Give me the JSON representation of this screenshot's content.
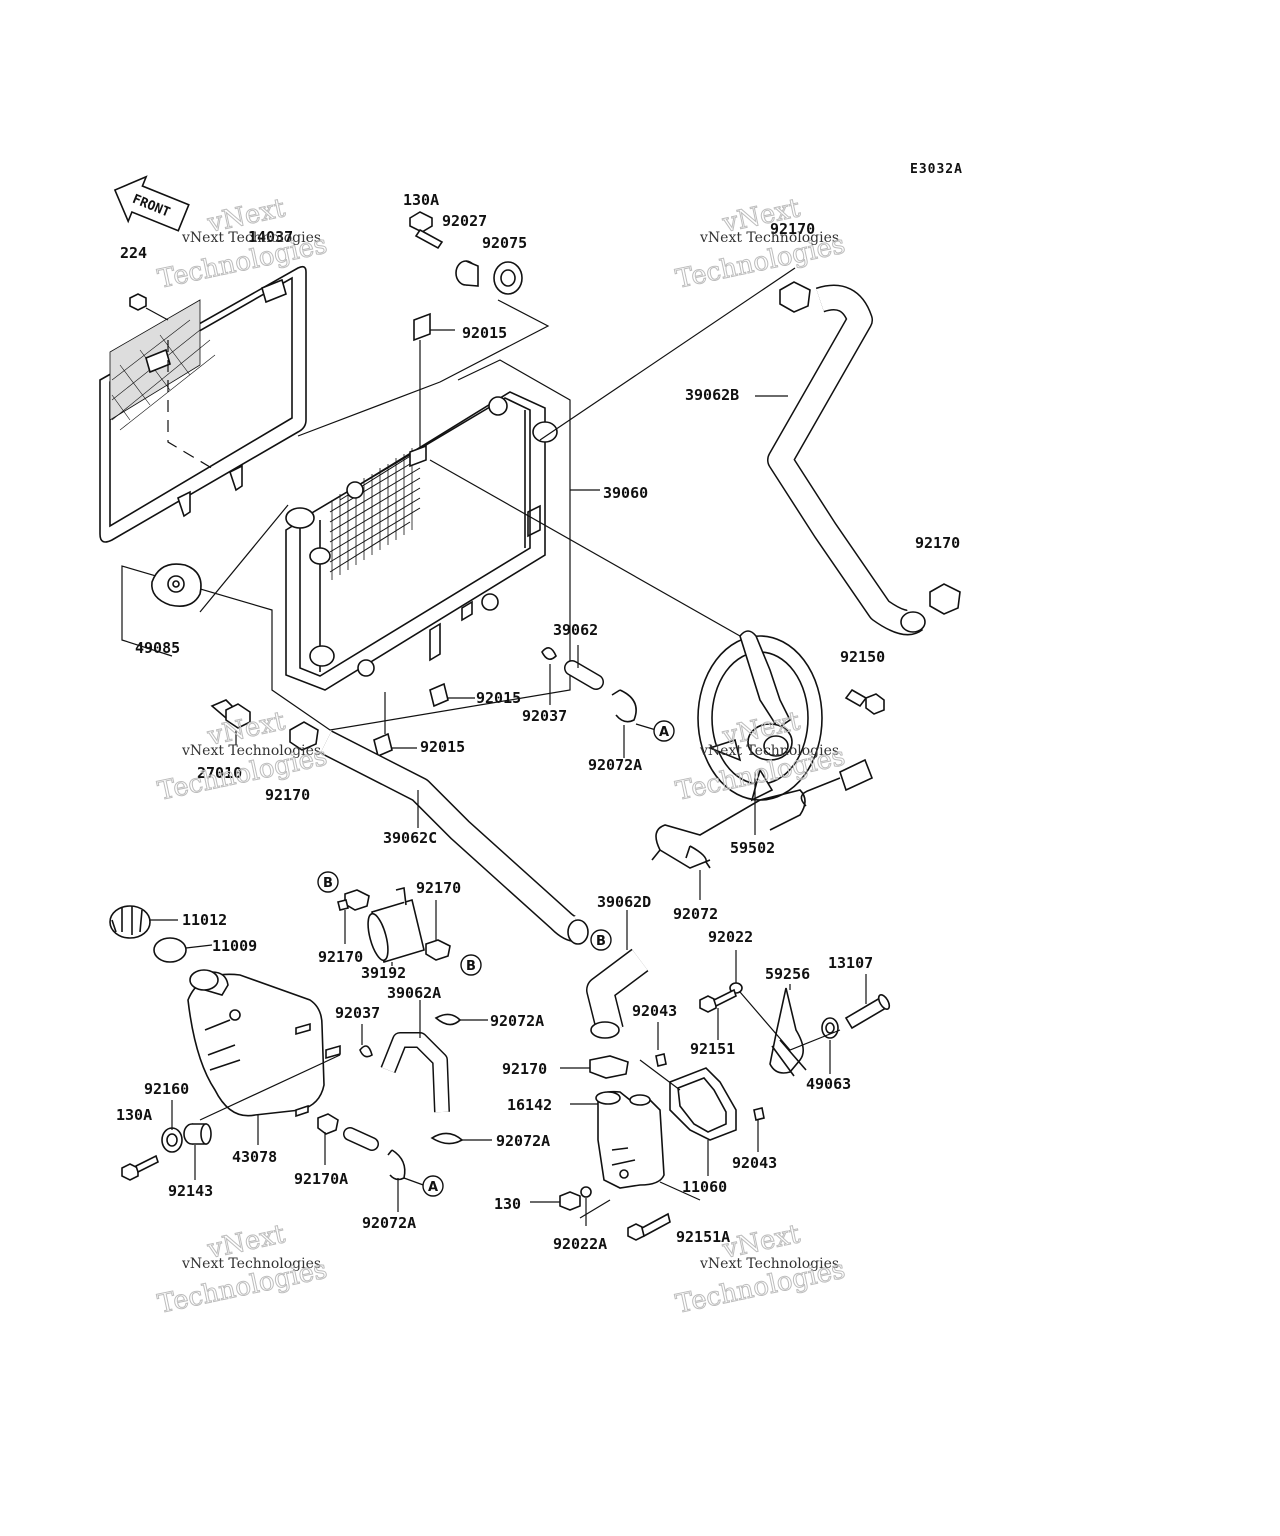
{
  "diagram_code": "E3032A",
  "front_label": "FRONT",
  "watermark": {
    "line1": "vNext Technologies",
    "line2": "Technologies",
    "top": "vNext"
  },
  "parts": [
    {
      "key": "p224",
      "label": "224"
    },
    {
      "key": "p14037",
      "label": "14037"
    },
    {
      "key": "p130A_top",
      "label": "130A"
    },
    {
      "key": "p92027",
      "label": "92027"
    },
    {
      "key": "p92075",
      "label": "92075"
    },
    {
      "key": "p92015_a",
      "label": "92015"
    },
    {
      "key": "p92170_a",
      "label": "92170"
    },
    {
      "key": "p39062B",
      "label": "39062B"
    },
    {
      "key": "p39060",
      "label": "39060"
    },
    {
      "key": "p92170_b",
      "label": "92170"
    },
    {
      "key": "p49085",
      "label": "49085"
    },
    {
      "key": "p39062",
      "label": "39062"
    },
    {
      "key": "p92150",
      "label": "92150"
    },
    {
      "key": "p92015_b",
      "label": "92015"
    },
    {
      "key": "p92037_a",
      "label": "92037"
    },
    {
      "key": "p92015_c",
      "label": "92015"
    },
    {
      "key": "p27010",
      "label": "27010"
    },
    {
      "key": "p92072A_a",
      "label": "92072A"
    },
    {
      "key": "p92170_c",
      "label": "92170"
    },
    {
      "key": "p39062C",
      "label": "39062C"
    },
    {
      "key": "p59502",
      "label": "59502"
    },
    {
      "key": "p92170_d",
      "label": "92170"
    },
    {
      "key": "p39062D",
      "label": "39062D"
    },
    {
      "key": "p92072",
      "label": "92072"
    },
    {
      "key": "p11012",
      "label": "11012"
    },
    {
      "key": "p11009",
      "label": "11009"
    },
    {
      "key": "p92170_e",
      "label": "92170"
    },
    {
      "key": "p39192",
      "label": "39192"
    },
    {
      "key": "p92022",
      "label": "92022"
    },
    {
      "key": "p13107",
      "label": "13107"
    },
    {
      "key": "p59256",
      "label": "59256"
    },
    {
      "key": "p39062A",
      "label": "39062A"
    },
    {
      "key": "p92037_b",
      "label": "92037"
    },
    {
      "key": "p92072A_b",
      "label": "92072A"
    },
    {
      "key": "p92043_a",
      "label": "92043"
    },
    {
      "key": "p92151",
      "label": "92151"
    },
    {
      "key": "p49063",
      "label": "49063"
    },
    {
      "key": "p92170_f",
      "label": "92170"
    },
    {
      "key": "p92160",
      "label": "92160"
    },
    {
      "key": "p16142",
      "label": "16142"
    },
    {
      "key": "p130A_bot",
      "label": "130A"
    },
    {
      "key": "p92072A_c",
      "label": "92072A"
    },
    {
      "key": "p43078",
      "label": "43078"
    },
    {
      "key": "p92043_b",
      "label": "92043"
    },
    {
      "key": "p92143",
      "label": "92143"
    },
    {
      "key": "p92170A",
      "label": "92170A"
    },
    {
      "key": "p11060",
      "label": "11060"
    },
    {
      "key": "p130",
      "label": "130"
    },
    {
      "key": "p92072A_d",
      "label": "92072A"
    },
    {
      "key": "p92022A",
      "label": "92022A"
    },
    {
      "key": "p92151A",
      "label": "92151A"
    }
  ],
  "refs": {
    "a": "A",
    "b": "B"
  }
}
